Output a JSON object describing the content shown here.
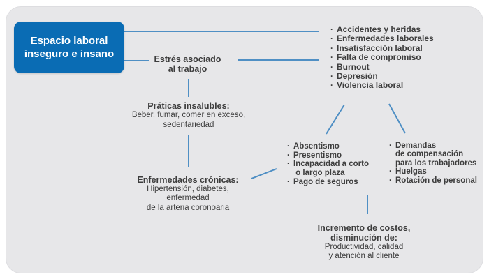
{
  "colors": {
    "accent": "#0a6cb4",
    "connector": "#4f8fc4",
    "card_bg": "#e7e7e9",
    "text": "#3d3d3d",
    "root_text": "#ffffff"
  },
  "diagram": {
    "root": {
      "line1": "Espacio laboral",
      "line2": "inseguro e insano"
    },
    "stress": {
      "line1": "Estrés asociado",
      "line2": "al trabajo"
    },
    "consequences": {
      "items": [
        "Accidentes y heridas",
        "Enfermedades laborales",
        "Insatisfacción laboral",
        "Falta de compromiso",
        "Burnout",
        "Depresión",
        "Violencia laboral"
      ]
    },
    "practices": {
      "title": "Práticas insalubles:",
      "line1": "Beber, fumar, comer en exceso,",
      "line2": "sedentariedad"
    },
    "chronic": {
      "title": "Enfermedades crónicas:",
      "line1": "Hipertensión, diabetes,",
      "line2": "enfermedad",
      "line3": "de la arteria coronoaria"
    },
    "internal_costs": {
      "items": [
        "Absentismo",
        "Presentismo",
        "Incapacidad a corto\n o largo plaza",
        "Pago de seguros"
      ]
    },
    "external_costs": {
      "items": [
        "Demandas\nde compensación\npara los trabajadores",
        "Huelgas",
        "Rotación de personal"
      ]
    },
    "impact": {
      "title1": "Incremento de costos,",
      "title2": "disminución de:",
      "line1": "Productividad, calidad",
      "line2": "y atención al cliente"
    }
  }
}
